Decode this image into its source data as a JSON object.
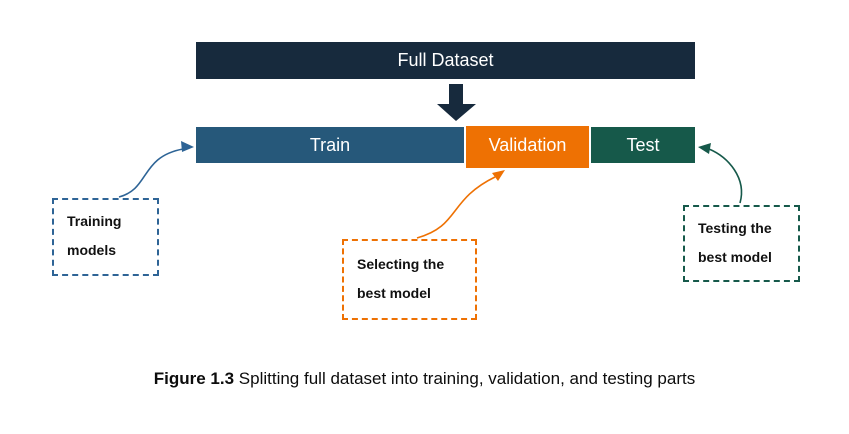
{
  "figure": {
    "full_dataset": {
      "label": "Full Dataset",
      "color": "#172a3d"
    },
    "split_bar": {
      "train": {
        "label": "Train",
        "color": "#26587a"
      },
      "validation": {
        "label": "Validation",
        "color": "#ee7103"
      },
      "test": {
        "label": "Test",
        "color": "#16594a"
      }
    },
    "callouts": {
      "training": {
        "line1": "Training",
        "line2": "models",
        "border_color": "#2e6496"
      },
      "selecting": {
        "line1": "Selecting the",
        "line2": "best model",
        "border_color": "#ee7103"
      },
      "testing": {
        "line1": "Testing the",
        "line2": "best model",
        "border_color": "#16594a"
      }
    },
    "caption": {
      "prefix_bold": "Figure 1.3",
      "text": " Splitting full dataset into training, validation, and testing parts"
    }
  }
}
